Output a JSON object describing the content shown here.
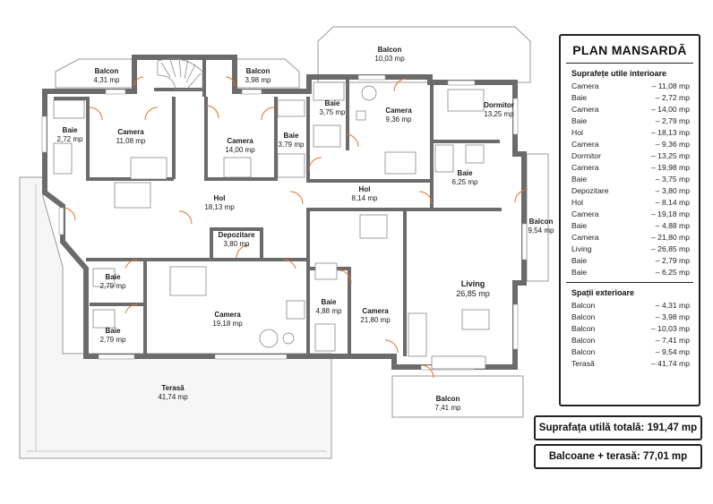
{
  "legend": {
    "title": "PLAN MANSARDĂ",
    "interior_heading": "Suprafețe utile interioare",
    "interior": [
      {
        "name": "Camera",
        "value": "– 11,08 mp"
      },
      {
        "name": "Baie",
        "value": "– 2,72 mp"
      },
      {
        "name": "Camera",
        "value": "– 14,00 mp"
      },
      {
        "name": "Baie",
        "value": "– 2,79 mp"
      },
      {
        "name": "Hol",
        "value": "– 18,13 mp"
      },
      {
        "name": "Camera",
        "value": "– 9,36 mp"
      },
      {
        "name": "Dormitor",
        "value": "– 13,25 mp"
      },
      {
        "name": "Camera",
        "value": "– 19,98 mp"
      },
      {
        "name": "Baie",
        "value": "– 3,75 mp"
      },
      {
        "name": "Depozitare",
        "value": "– 3,80 mp"
      },
      {
        "name": "Hol",
        "value": "– 8,14 mp"
      },
      {
        "name": "Camera",
        "value": "– 19,18 mp"
      },
      {
        "name": "Baie",
        "value": "– 4,88 mp"
      },
      {
        "name": "Camera",
        "value": "– 21,80 mp"
      },
      {
        "name": "Living",
        "value": "– 26,85 mp"
      },
      {
        "name": "Baie",
        "value": "– 2,79 mp"
      },
      {
        "name": "Baie",
        "value": "– 6,25 mp"
      }
    ],
    "exterior_heading": "Spații exterioare",
    "exterior": [
      {
        "name": "Balcon",
        "value": "– 4,31 mp"
      },
      {
        "name": "Balcon",
        "value": "– 3,98 mp"
      },
      {
        "name": "Balcon",
        "value": "– 10,03 mp"
      },
      {
        "name": "Balcon",
        "value": "– 7,41 mp"
      },
      {
        "name": "Balcon",
        "value": "– 9,54 mp"
      },
      {
        "name": "Terasă",
        "value": "– 41,74 mp"
      }
    ]
  },
  "totals": {
    "interior": "Suprafața utilă totală: 191,47 mp",
    "exterior": "Balcoane + terasă: 77,01 mp"
  },
  "rooms": [
    {
      "name": "Balcon",
      "area": "4,31 mp"
    },
    {
      "name": "Balcon",
      "area": "3,98 mp"
    },
    {
      "name": "Balcon",
      "area": "10,03 mp"
    },
    {
      "name": "Camera",
      "area": "11,08 mp"
    },
    {
      "name": "Baie",
      "area": "2,72 mp"
    },
    {
      "name": "Camera",
      "area": "14,00 mp"
    },
    {
      "name": "Baie",
      "area": "3,79 mp"
    },
    {
      "name": "Baie",
      "area": "3,75 mp"
    },
    {
      "name": "Camera",
      "area": "9,36 mp"
    },
    {
      "name": "Dormitor",
      "area": "13,25 mp"
    },
    {
      "name": "Baie",
      "area": "6,25 mp"
    },
    {
      "name": "Hol",
      "area": "18,13 mp"
    },
    {
      "name": "Hol",
      "area": "8,14 mp"
    },
    {
      "name": "Depozitare",
      "area": "3,80 mp"
    },
    {
      "name": "Balcon",
      "area": "9,54 mp"
    },
    {
      "name": "Baie",
      "area": "2,79 mp"
    },
    {
      "name": "Baie",
      "area": "2,79 mp"
    },
    {
      "name": "Camera",
      "area": "19,18 mp"
    },
    {
      "name": "Baie",
      "area": "4,88 mp"
    },
    {
      "name": "Camera",
      "area": "21,80 mp"
    },
    {
      "name": "Living",
      "area": "26,85 mp"
    },
    {
      "name": "Terasă",
      "area": "41,74 mp"
    },
    {
      "name": "Balcon",
      "area": "7,41 mp"
    }
  ],
  "colors": {
    "wall": "#6b6b6b",
    "door": "#e8732c",
    "terrace": "#f4f4f4",
    "line": "#888888"
  }
}
